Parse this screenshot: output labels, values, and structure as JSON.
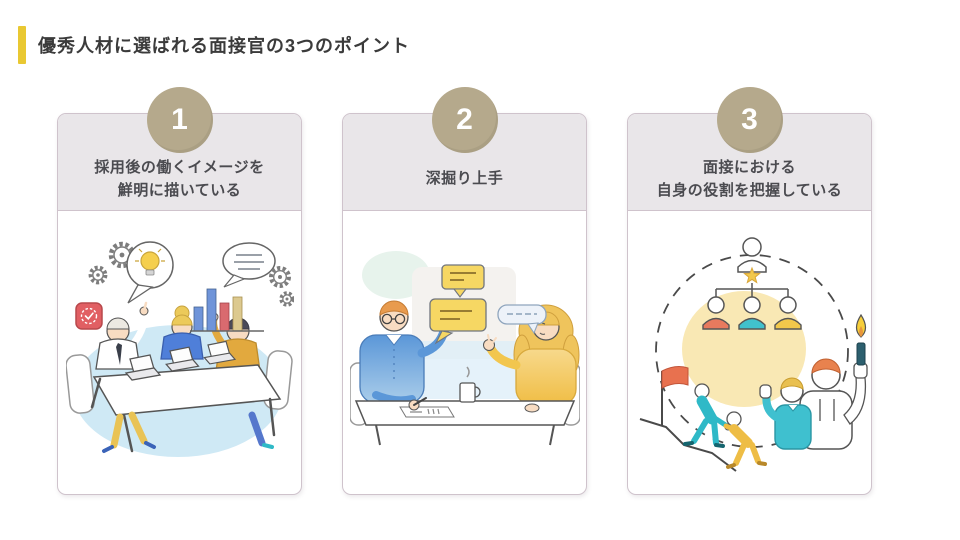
{
  "slide": {
    "title": "優秀人材に選ばれる面接官の3つのポイント"
  },
  "cards": [
    {
      "number": "1",
      "heading": "採用後の働くイメージを\n鮮明に描いている",
      "illustration": "team-meeting"
    },
    {
      "number": "2",
      "heading": "深掘り上手",
      "illustration": "interview-dialogue"
    },
    {
      "number": "3",
      "heading": "面接における\n自身の役割を把握している",
      "illustration": "role-awareness"
    }
  ],
  "colors": {
    "accent-yellow": "#E9C832",
    "badge-tan": "#B5A98C",
    "header-gray": "#E9E6E9",
    "card-border": "#CFC3CC",
    "title-text": "#3B3B3B",
    "heading-text": "#4B4B50"
  }
}
